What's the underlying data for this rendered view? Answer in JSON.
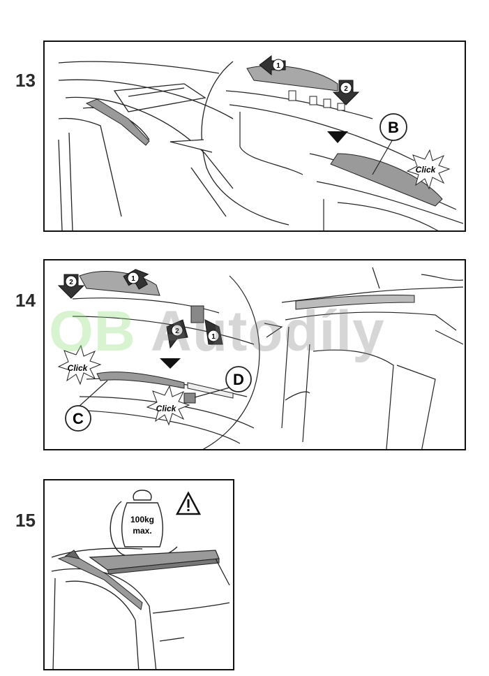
{
  "steps": [
    {
      "number": "13",
      "callouts": [
        "B"
      ],
      "badges": [
        "1",
        "2"
      ],
      "click": "Click"
    },
    {
      "number": "14",
      "callouts": [
        "C",
        "D"
      ],
      "badges": [
        "1",
        "2",
        "2",
        "1"
      ],
      "click_left": "Click",
      "click_right": "Click"
    },
    {
      "number": "15",
      "weight_line1": "100kg",
      "weight_line2": "max."
    }
  ],
  "watermark": {
    "part1": "OB",
    "part2": " Autodíly"
  },
  "icons": [
    "warning-triangle-icon",
    "weight-icon",
    "arrow-down-icon"
  ]
}
